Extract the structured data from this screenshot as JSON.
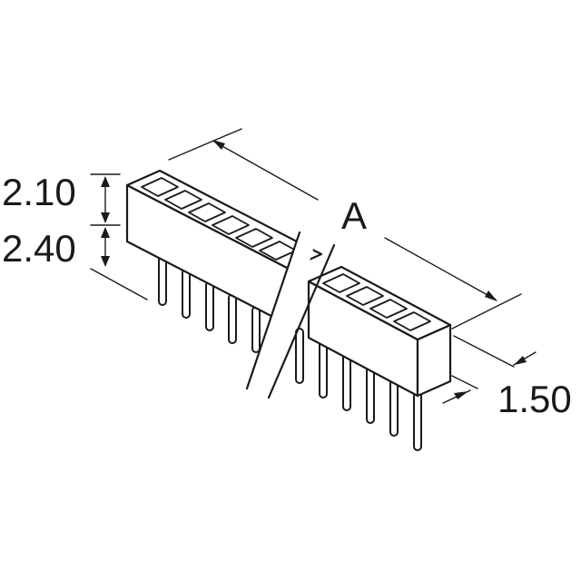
{
  "diagram": {
    "labels": {
      "length": "A",
      "height_upper": "2.10",
      "height_lower": "2.40",
      "width": "1.50"
    },
    "stroke_color": "#1a1a1a",
    "background_color": "#ffffff"
  }
}
